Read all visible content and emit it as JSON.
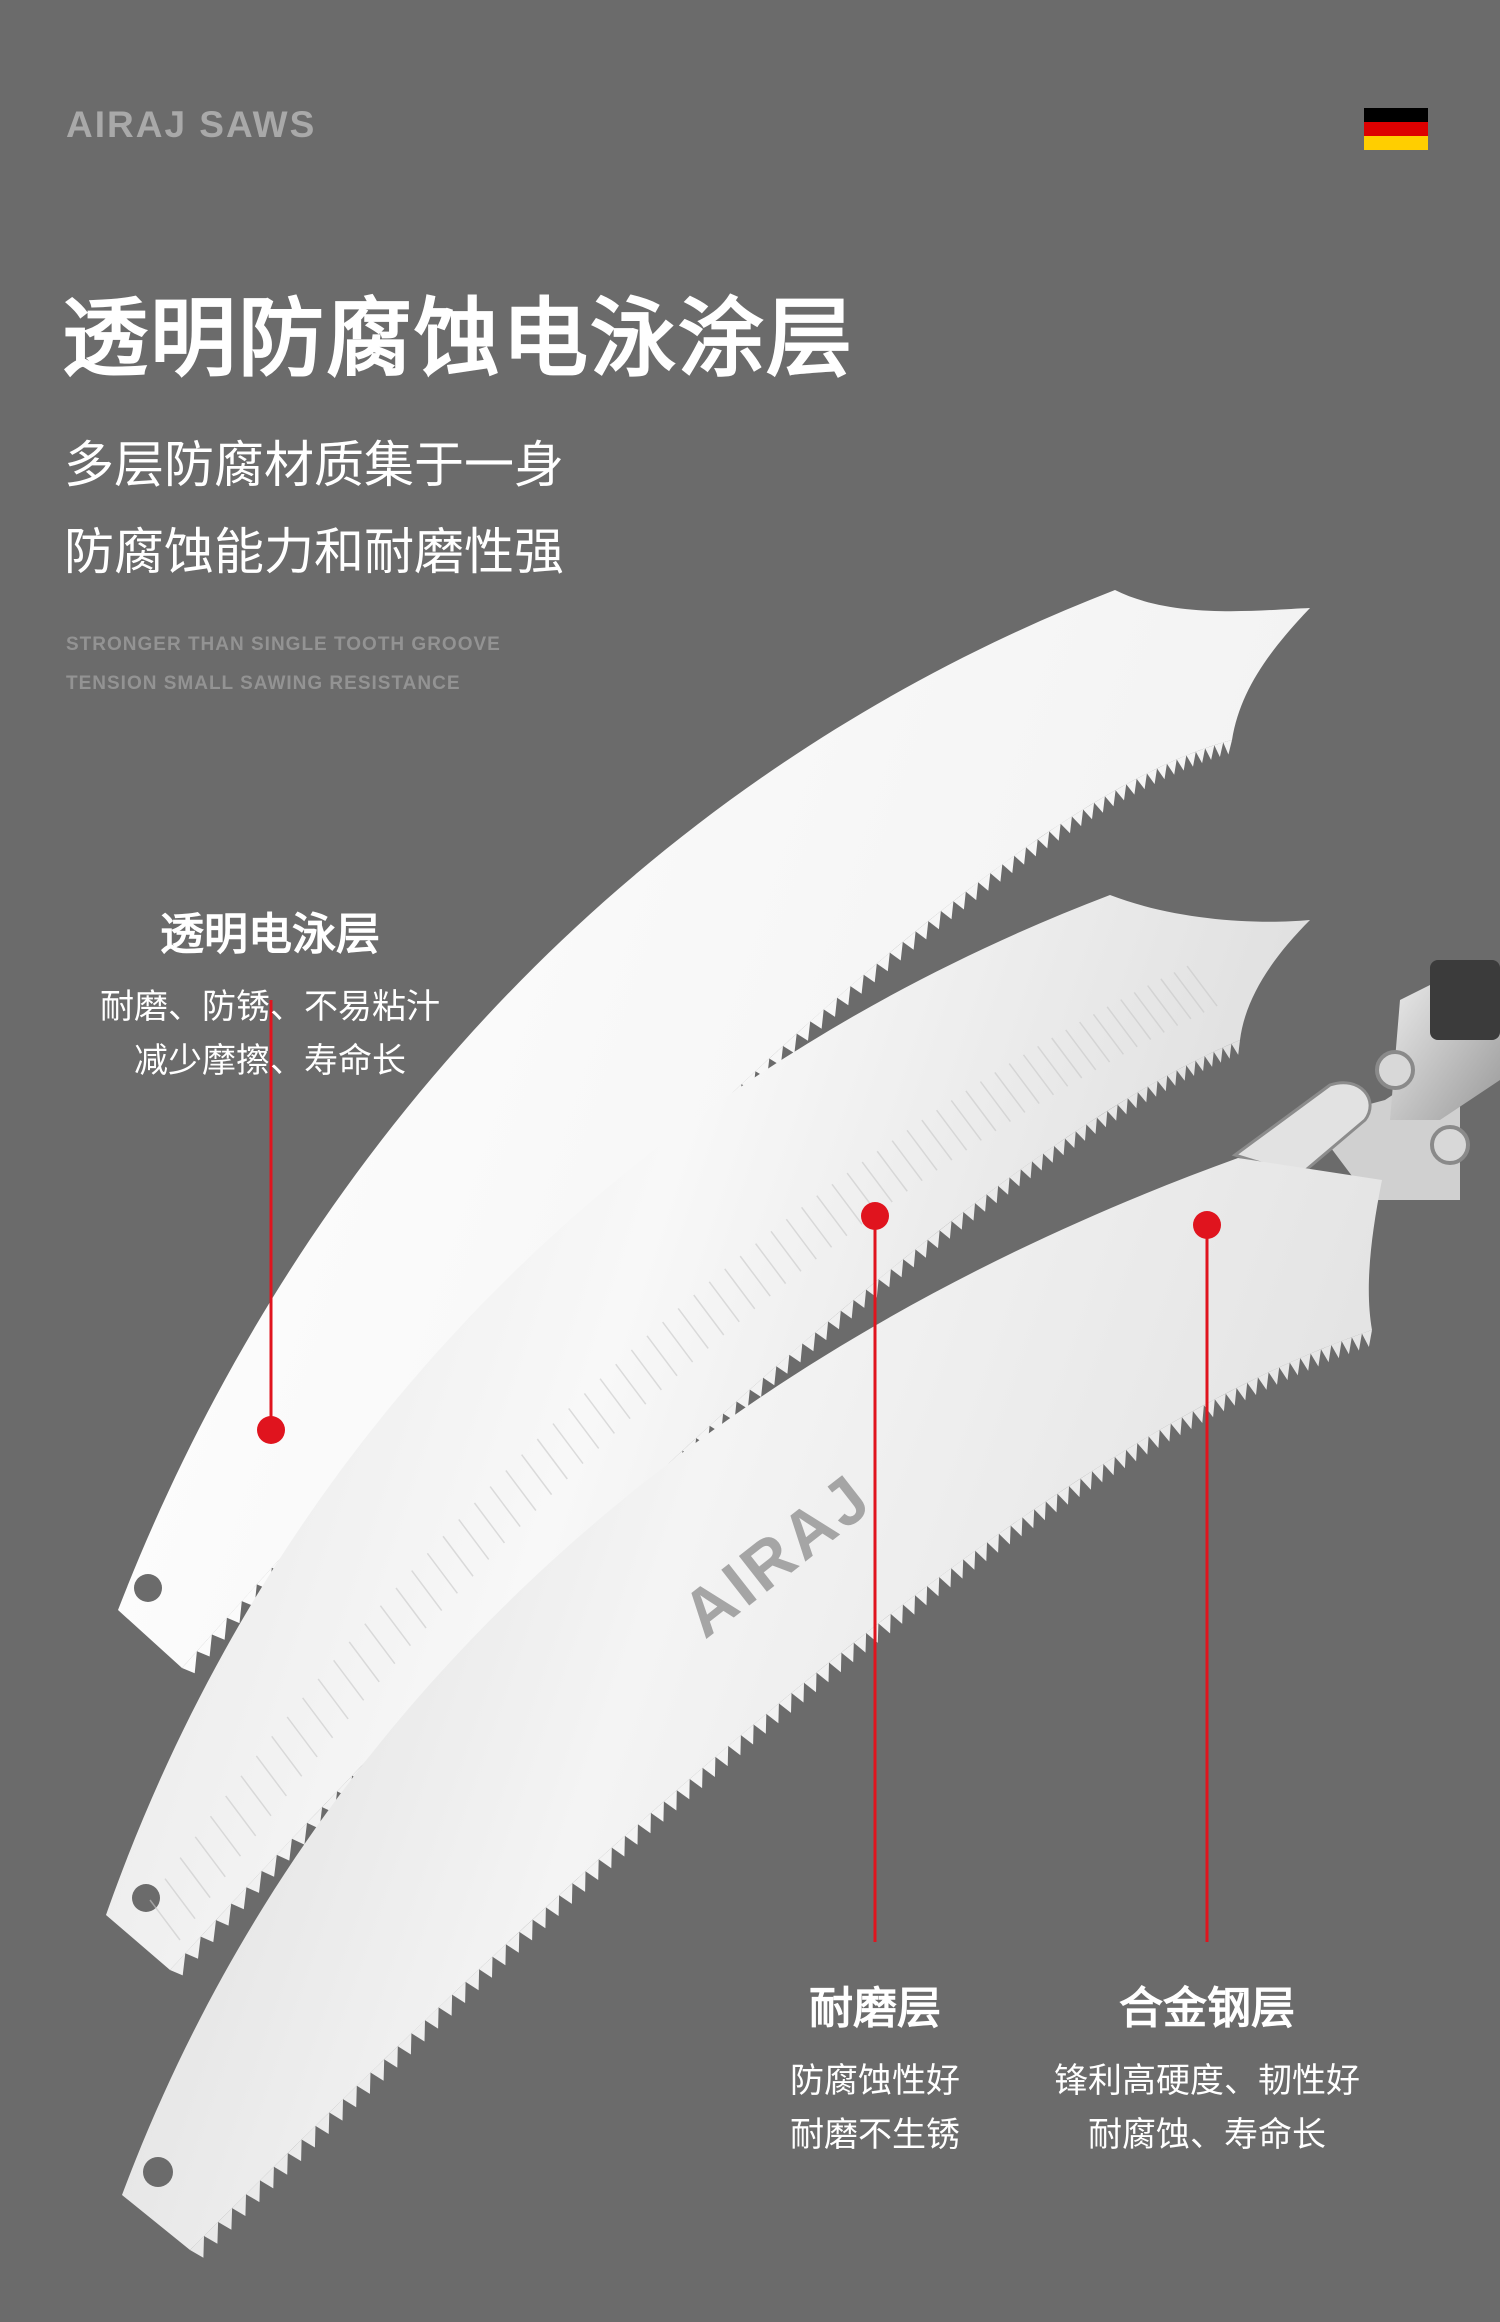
{
  "brand": "AIRAJ SAWS",
  "flag_icon": "germany-flag-icon",
  "headline": "透明防腐蚀电泳涂层",
  "subtitle_lines": [
    "多层防腐材质集于一身",
    "防腐蚀能力和耐磨性强"
  ],
  "english_lines": [
    "STRONGER THAN SINGLE TOOTH GROOVE",
    "TENSION SMALL SAWING RESISTANCE"
  ],
  "blade_logo": "AIRAJ",
  "layers": [
    {
      "title": "透明电泳层",
      "lines": [
        "耐磨、防锈、不易粘汁",
        "减少摩擦、寿命长"
      ]
    },
    {
      "title": "耐磨层",
      "lines": [
        "防腐蚀性好",
        "耐磨不生锈"
      ]
    },
    {
      "title": "合金钢层",
      "lines": [
        "锋利高硬度、韧性好",
        "耐腐蚀、寿命长"
      ]
    }
  ],
  "colors": {
    "background": "#6b6b6b",
    "accent_red": "#e0141e",
    "flag": [
      "#000000",
      "#dd0000",
      "#ffce00"
    ]
  }
}
